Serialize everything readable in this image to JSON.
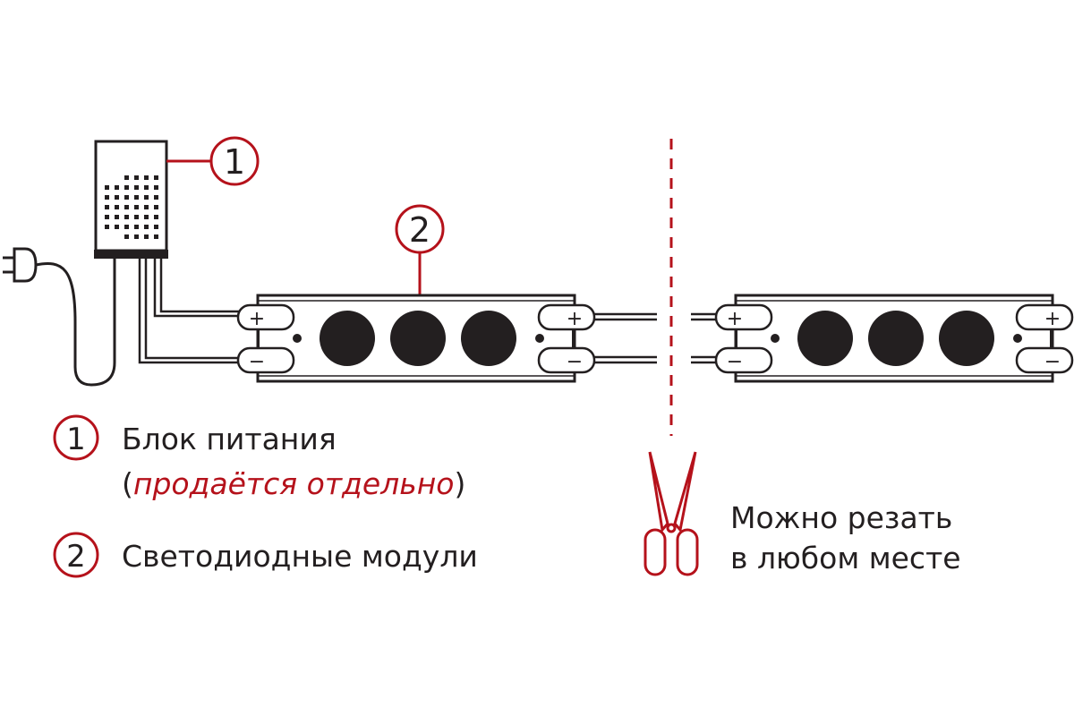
{
  "colors": {
    "ink": "#231f20",
    "accent": "#b5121b",
    "background": "#ffffff"
  },
  "callouts": {
    "psu_number": "1",
    "module_number": "2"
  },
  "module_terminals": {
    "plus": "+",
    "minus": "−"
  },
  "legend": {
    "items": [
      {
        "number": "1",
        "label": "Блок питания",
        "note_open": "(",
        "note": "продаётся отдельно",
        "note_close": ")"
      },
      {
        "number": "2",
        "label": "Светодиодные модули"
      }
    ],
    "cut_note_line1": "Можно резать",
    "cut_note_line2": "в любом месте"
  },
  "icons": {
    "power_plug": "plug-icon",
    "power_supply": "power-supply-icon",
    "scissors": "scissors-icon"
  }
}
